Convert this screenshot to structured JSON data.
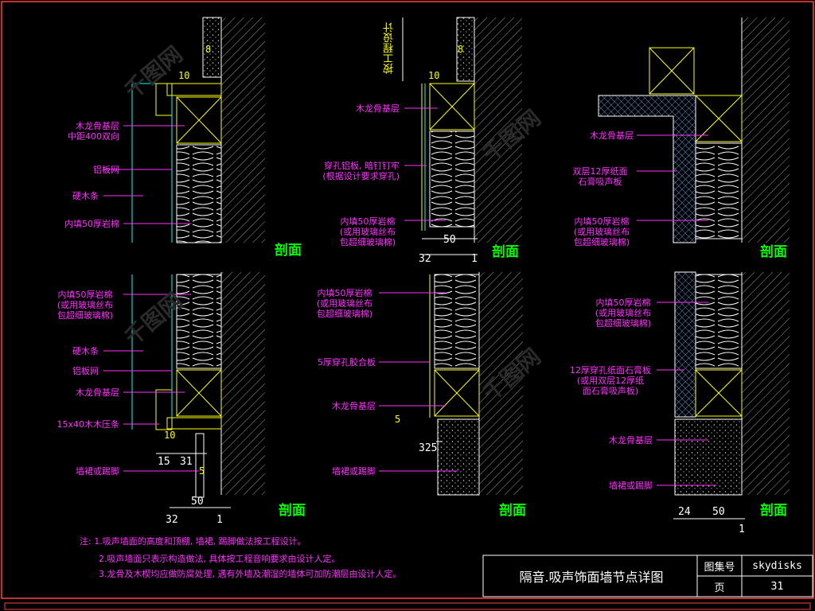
{
  "drawing": {
    "labels": {
      "a1": [
        "木龙骨基层",
        "中距400双向"
      ],
      "a2": "铝板网",
      "a3": "硬木条",
      "a4": "内填50厚岩棉",
      "b1": "木龙骨基层",
      "b2": [
        "穿孔铝板, 暗钉钉牢",
        "(根据设计要求穿孔)"
      ],
      "b3": [
        "内填50厚岩棉",
        "(或用玻璃丝布",
        "包超细玻璃棉)"
      ],
      "b_vert": "按工程设计",
      "c1": "木龙骨基层",
      "c2": [
        "双层12厚纸面",
        "石膏吸声板"
      ],
      "c3": [
        "内填50厚岩棉",
        "(或用玻璃丝布",
        "包超细玻璃棉)"
      ],
      "d1": [
        "内填50厚岩棉",
        "(或用玻璃丝布",
        "包超细玻璃棉)"
      ],
      "d2": "硬木条",
      "d3": "铝板网",
      "d4": "木龙骨基层",
      "d5": "15x40木木压条",
      "d6": "墙裙或踢脚",
      "e1": [
        "内填50厚岩棉",
        "(或用玻璃丝布",
        "包超细玻璃棉)"
      ],
      "e2": "5厚穿孔胶合板",
      "e3": "木龙骨基层",
      "e4": "墙裙或踢脚",
      "f1": [
        "内填50厚岩棉",
        "(或用玻璃丝布",
        "包超细玻璃棉)"
      ],
      "f2": [
        "12厚穿孔纸面石膏板",
        "(或用双层12厚纸",
        "面石膏吸声板)"
      ],
      "f3": "木龙骨基层",
      "f4": "墙裙或踢脚"
    },
    "section_label": "剖面",
    "dims": {
      "a_10": "10",
      "a_8": "8",
      "b_10": "10",
      "b_8": "8",
      "b_50": "50",
      "b_32": "32",
      "b_1": "1",
      "d_10": "10",
      "d_15": "15",
      "d_31": "31",
      "d_5": "5",
      "d_50": "50",
      "d_32": "32",
      "d_1": "1",
      "e_5": "5",
      "e_325": "325",
      "f_24": "24",
      "f_50": "50",
      "f_1": "1"
    },
    "notes": [
      "注: 1.吸声墙面的高度和顶棚, 墙裙, 踢脚做法按工程设计。",
      "2.吸声墙面只表示构造做法, 具体按工程音响要求由设计人定。",
      "3.龙骨及木楔均应做防腐处理, 遇有外墙及潮湿的墙体可加防潮层由设计人定。"
    ]
  },
  "title_block": {
    "title": "隔音.吸声饰面墙节点详图",
    "atlas_label": "图集号",
    "atlas_value": "skydisks",
    "page_label": "页",
    "page_value": "31"
  },
  "colors": {
    "label": "#ff30ff",
    "section": "#00ff00",
    "frame": "#ff4040",
    "wood": "#ffff00",
    "insulation": "#ffffff",
    "wall": "#808080",
    "board": "#00ffff"
  }
}
